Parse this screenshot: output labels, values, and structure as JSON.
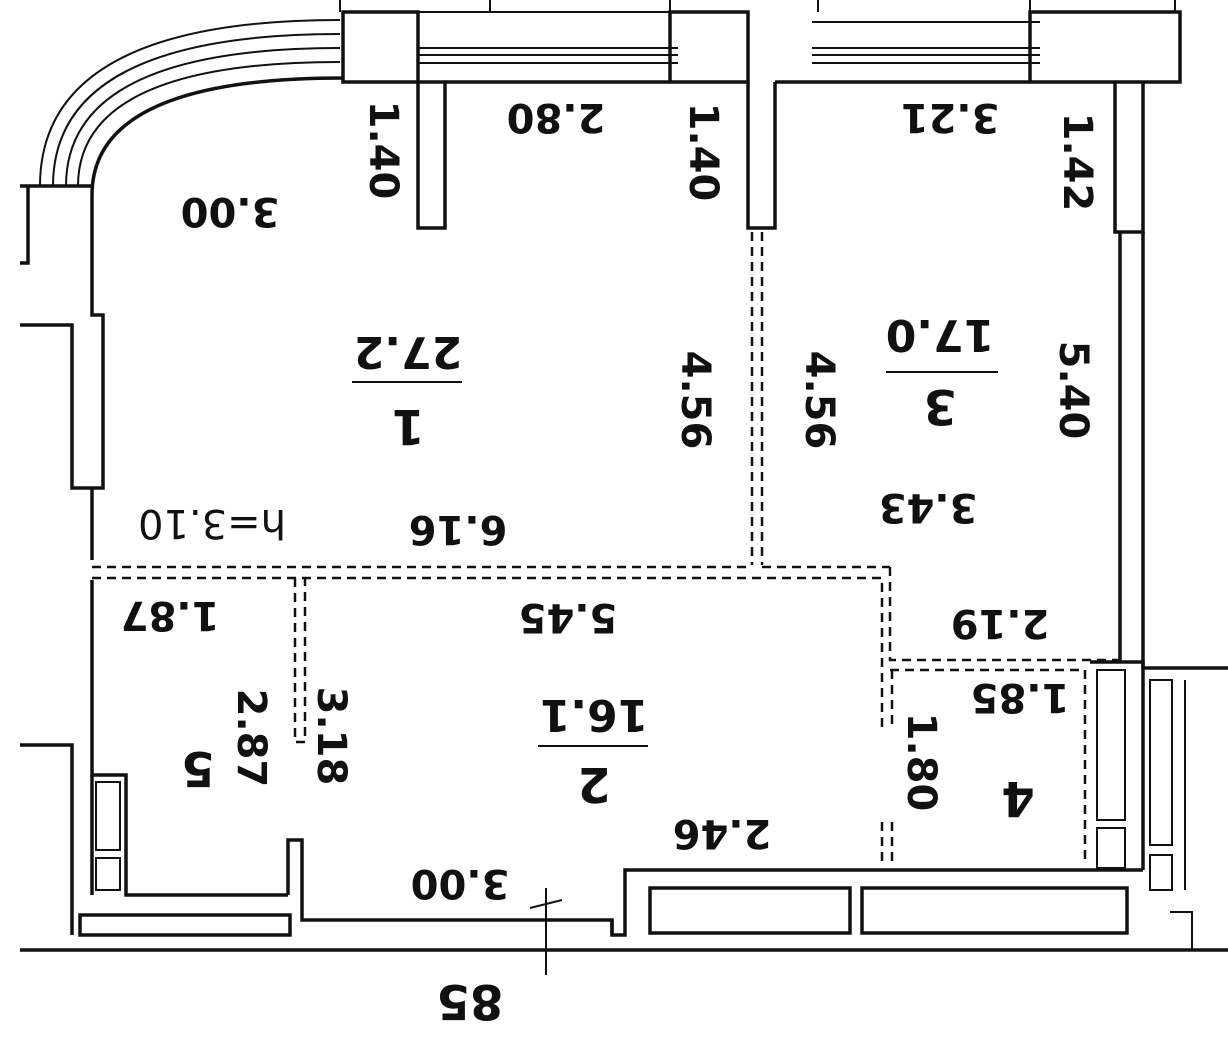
{
  "floor_plan": {
    "ceiling_height": "h=3.10",
    "axis_marker": "85",
    "colors": {
      "walls": "#111111",
      "height_text": "#1f3866",
      "axis_marker": "#a8262a",
      "background": "#ffffff"
    },
    "rooms": [
      {
        "number": "1",
        "area": "27.2"
      },
      {
        "number": "2",
        "area": "16.1"
      },
      {
        "number": "3",
        "area": "17.0"
      },
      {
        "number": "4",
        "area": ""
      },
      {
        "number": "5",
        "area": ""
      }
    ],
    "dimensions": {
      "d_300_top": "3.00",
      "d_140_left": "1.40",
      "d_280": "2.80",
      "d_140_mid": "1.40",
      "d_321": "3.21",
      "d_142": "1.42",
      "d_456_left": "4.56",
      "d_456_right": "4.56",
      "d_540": "5.40",
      "d_616": "6.16",
      "d_343": "3.43",
      "d_187": "1.87",
      "d_545": "5.45",
      "d_219": "2.19",
      "d_185": "1.85",
      "d_287": "2.87",
      "d_318": "3.18",
      "d_180": "1.80",
      "d_246": "2.46",
      "d_300_bottom": "3.00"
    }
  }
}
